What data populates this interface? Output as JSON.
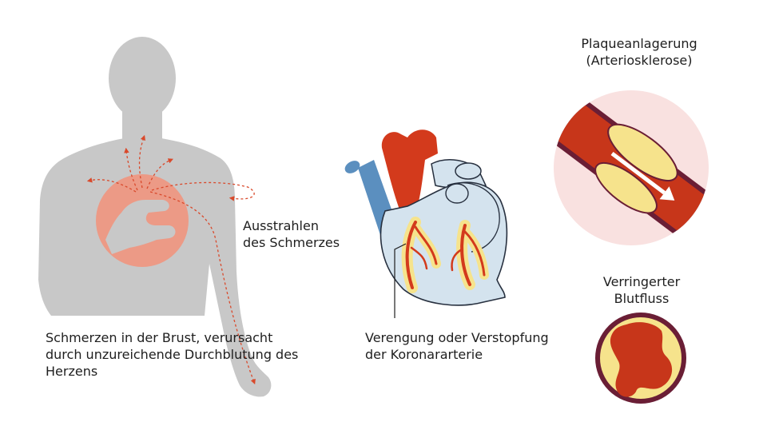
{
  "labels": {
    "chest_pain": "Schmerzen in der Brust, verursacht\ndurch unzureichende Durchblutung des\nHerzens",
    "radiating": "Ausstrahlen\ndes Schmerzes",
    "narrowing": "Verengung oder Verstopfung\nder Koronararterie",
    "plaque": "Plaqueanlagerung\n(Arteriosklerose)",
    "reduced_flow": "Verringerter\nBlutfluss"
  },
  "colors": {
    "body": "#c8c8c8",
    "pain_area": "#ec9a86",
    "radiation_arrow": "#d9492b",
    "heart_shell": "#d4e3ee",
    "heart_outline": "#27303f",
    "aorta": "#d33a1c",
    "vena_cava": "#5b8fbf",
    "coronary_artery": "#d33a1c",
    "artery_halo": "#f6e38c",
    "plaque": "#f6e38c",
    "vessel_wall": "#6a1e35",
    "blood": "#c7361a",
    "callout_bg": "#f9e1e0"
  },
  "icons": [
    "human-silhouette",
    "hand-on-chest",
    "heart",
    "artery-cross-section",
    "artery-longitudinal"
  ]
}
